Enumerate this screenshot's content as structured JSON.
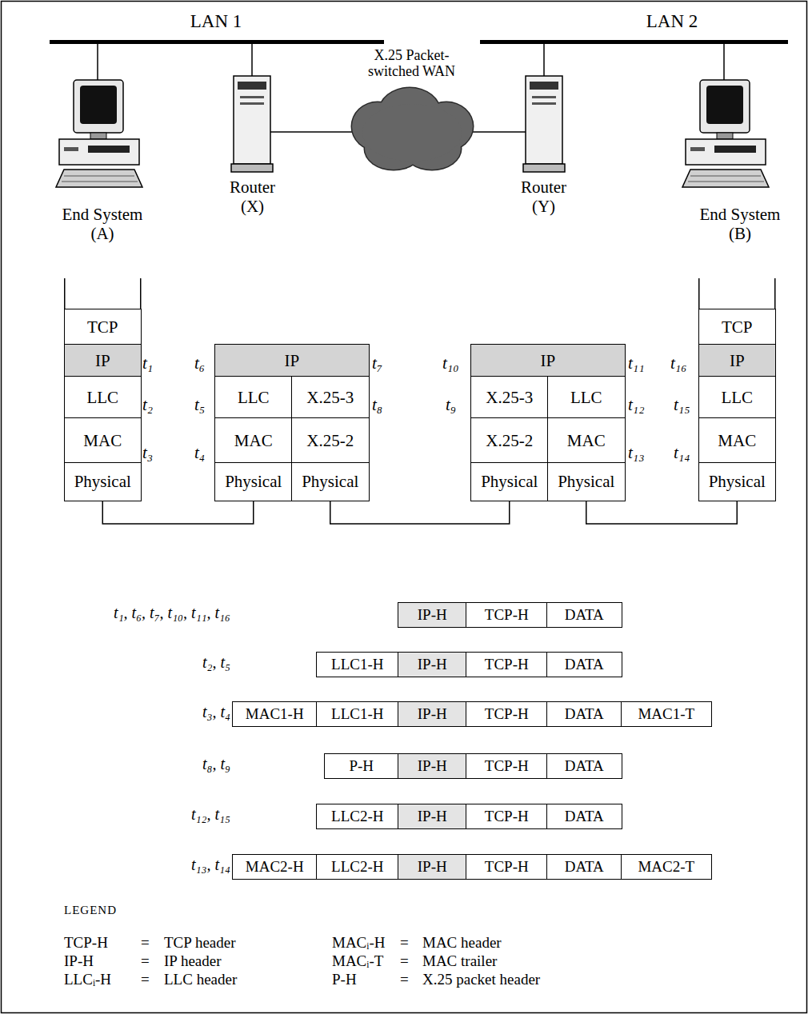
{
  "diagram": {
    "nodes": [
      {
        "text": [
          "X.25 Packet-switched WAN"
        ]
      },
      {
        "text": [
          "TCP"
        ]
      },
      {
        "text": [
          "IP"
        ]
      },
      {
        "text": [
          "LLC"
        ]
      },
      {
        "text": [
          "MAC"
        ]
      },
      {
        "text": [
          "Physical"
        ]
      },
      {
        "text": [
          "IP"
        ]
      },
      {
        "text": [
          "LLC"
        ]
      },
      {
        "text": [
          "X.25-3"
        ]
      },
      {
        "text": [
          "MAC"
        ]
      },
      {
        "text": [
          "X.25-2"
        ]
      },
      {
        "text": [
          "Physical"
        ]
      },
      {
        "text": [
          "Physical"
        ]
      },
      {
        "text": [
          "IP"
        ]
      },
      {
        "text": [
          "X.25-3"
        ]
      },
      {
        "text": [
          "LLC"
        ]
      },
      {
        "text": [
          "X.25-2"
        ]
      },
      {
        "text": [
          "MAC"
        ]
      },
      {
        "text": [
          "Physical"
        ]
      },
      {
        "text": [
          "Physical"
        ]
      },
      {
        "text": [
          "TCP"
        ]
      },
      {
        "text": [
          "IP"
        ]
      },
      {
        "text": [
          "LLC"
        ]
      },
      {
        "text": [
          "MAC"
        ]
      },
      {
        "text": [
          "Physical"
        ]
      },
      {
        "text": [
          "IP-H"
        ]
      },
      {
        "text": [
          "TCP-H"
        ]
      },
      {
        "text": [
          "DATA"
        ]
      },
      {
        "text": [
          "LLC1-H"
        ]
      },
      {
        "text": [
          "IP-H"
        ]
      },
      {
        "text": [
          "TCP-H"
        ]
      },
      {
        "text": [
          "DATA"
        ]
      },
      {
        "text": [
          "MAC1-H"
        ]
      },
      {
        "text": [
          "LLC1-H"
        ]
      },
      {
        "text": [
          "IP-H"
        ]
      },
      {
        "text": [
          "TCP-H"
        ]
      },
      {
        "text": [
          "DATA"
        ]
      },
      {
        "text": [
          "MAC1-T"
        ]
      },
      {
        "text": [
          "P-H"
        ]
      },
      {
        "text": [
          "IP-H"
        ]
      },
      {
        "text": [
          "TCP-H"
        ]
      },
      {
        "text": [
          "DATA"
        ]
      },
      {
        "text": [
          "LLC2-H"
        ]
      },
      {
        "text": [
          "IP-H"
        ]
      },
      {
        "text": [
          "TCP-H"
        ]
      },
      {
        "text": [
          "DATA"
        ]
      },
      {
        "text": [
          "MAC2-H"
        ]
      },
      {
        "text": [
          "LLC2-H"
        ]
      },
      {
        "text": [
          "IP-H"
        ]
      },
      {
        "text": [
          "TCP-H"
        ]
      },
      {
        "text": [
          "DATA"
        ]
      },
      {
        "text": [
          "MAC2-T"
        ]
      }
    ],
    "edges": [
      {
        "from": 5,
        "to": 11,
        "arrow": "none"
      },
      {
        "from": 12,
        "to": 18,
        "arrow": "none"
      },
      {
        "from": 19,
        "to": 24,
        "arrow": "none"
      }
    ],
    "labels": [
      "LAN 1",
      "LAN 2",
      "End System (A)",
      "Router (X)",
      "Router (Y)",
      "End System (B)",
      "t₁",
      "t₂",
      "t₃",
      "t₆",
      "t₅",
      "t₄",
      "t₇",
      "t₈",
      "t₁₀",
      "t₉",
      "t₁₁",
      "t₁₂",
      "t₁₃",
      "t₁₆",
      "t₁₅",
      "t₁₄",
      "t₁, t₆, t₇, t₁₀, t₁₁, t₁₆",
      "t₂, t₅",
      "t₃, t₄",
      "t₈, t₉",
      "t₁₂, t₁₅",
      "t₁₃, t₁₄",
      "LEGEND",
      "TCP-H",
      "=",
      "TCP header",
      "MACᵢ-H",
      "=",
      "MAC header",
      "IP-H",
      "=",
      "IP header",
      "MACᵢ-T",
      "=",
      "MAC trailer",
      "LLCᵢ-H",
      "=",
      "LLC header",
      "P-H",
      "=",
      "X.25 packet header"
    ]
  }
}
